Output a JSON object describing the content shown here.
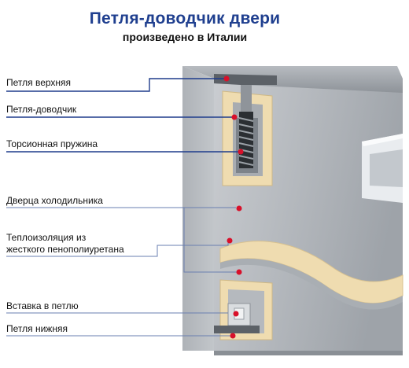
{
  "header": {
    "title": "Петля-доводчик двери",
    "subtitle": "произведено в Италии"
  },
  "labels": {
    "top_hinge": "Петля верхняя",
    "closer_hinge": "Петля-доводчик",
    "torsion_spring": "Торсионная пружина",
    "fridge_door": "Дверца холодильника",
    "insulation_line1": "Теплоизоляция из",
    "insulation_line2": "жесткого пенополиуретана",
    "hinge_insert": "Вставка в петлю",
    "bottom_hinge": "Петля нижняя"
  },
  "colors": {
    "title": "#1f3f8f",
    "marker": "#d8102a",
    "leader_line": "#1e3c8c",
    "insulation": "#efdcb0"
  }
}
